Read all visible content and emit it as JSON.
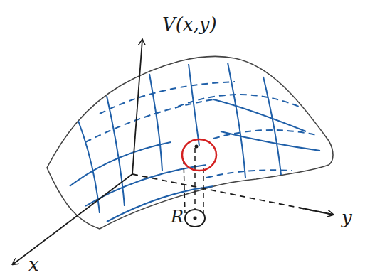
{
  "diagram": {
    "labels": [
      "V(x,y)",
      "R",
      "y",
      "x"
    ]
  }
}
